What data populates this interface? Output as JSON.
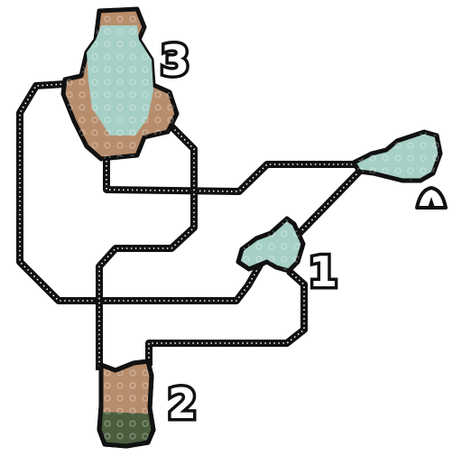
{
  "map": {
    "areas": [
      {
        "id": "area-1",
        "label": "1"
      },
      {
        "id": "area-2",
        "label": "2"
      },
      {
        "id": "area-3",
        "label": "3"
      }
    ],
    "camp": {
      "icon": "camp-tent-icon"
    },
    "terrain_colors": {
      "water": "#a6cfc6",
      "earth": "#b88d6c",
      "grass": "#4a5e3e",
      "outline": "#111111",
      "path": "#111111",
      "path_dots": "#ffffff"
    }
  }
}
